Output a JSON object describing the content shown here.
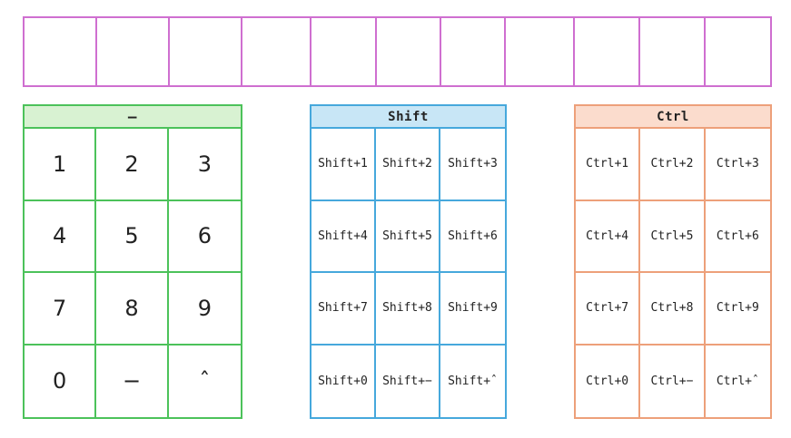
{
  "colors": {
    "slots_border": "#cf6fd0",
    "main_border": "#4cc25a",
    "main_header_bg": "#d8f2d2",
    "shift_border": "#46a8dc",
    "shift_header_bg": "#c8e6f6",
    "ctrl_border": "#eda07a",
    "ctrl_header_bg": "#fbdccd"
  },
  "slot_count": 11,
  "panels": [
    {
      "id": "main",
      "header": "—",
      "keys": [
        "1",
        "2",
        "3",
        "4",
        "5",
        "6",
        "7",
        "8",
        "9",
        "0",
        "−",
        "ˆ"
      ]
    },
    {
      "id": "shift",
      "header": "Shift",
      "keys": [
        "Shift+1",
        "Shift+2",
        "Shift+3",
        "Shift+4",
        "Shift+5",
        "Shift+6",
        "Shift+7",
        "Shift+8",
        "Shift+9",
        "Shift+0",
        "Shift+−",
        "Shift+ˆ"
      ]
    },
    {
      "id": "ctrl",
      "header": "Ctrl",
      "keys": [
        "Ctrl+1",
        "Ctrl+2",
        "Ctrl+3",
        "Ctrl+4",
        "Ctrl+5",
        "Ctrl+6",
        "Ctrl+7",
        "Ctrl+8",
        "Ctrl+9",
        "Ctrl+0",
        "Ctrl+−",
        "Ctrl+ˆ"
      ]
    }
  ]
}
